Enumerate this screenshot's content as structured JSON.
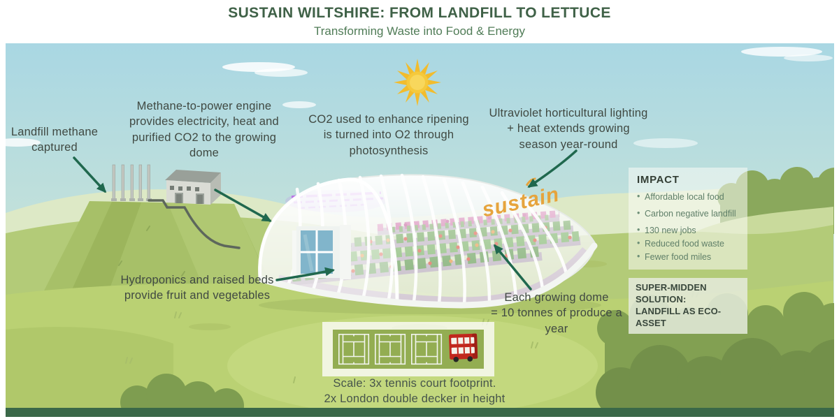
{
  "header": {
    "title": "SUSTAIN WILTSHIRE: FROM LANDFILL TO LETTUCE",
    "subtitle": "Transforming Waste into Food & Energy"
  },
  "annotations": {
    "landfill": [
      "Landfill methane",
      "captured"
    ],
    "engine": [
      "Methane-to-power engine",
      "provides electricity, heat and",
      "purified CO2 to the growing",
      "dome"
    ],
    "co2": [
      "CO2 used to enhance ripening",
      "is turned into O2 through",
      "photosynthesis"
    ],
    "uv": [
      "Ultraviolet horticultural lighting",
      "+ heat extends growing",
      "season year-round"
    ],
    "hydroponics": [
      "Hydroponics and raised beds",
      "provide fruit and vegetables"
    ],
    "produce": [
      "Each growing dome",
      "= 10 tonnes of produce a",
      "year"
    ]
  },
  "impact": {
    "heading": "IMPACT",
    "items": [
      "Affordable local food",
      "Carbon negative landfill",
      "130 new jobs",
      "Reduced food waste",
      "Fewer food miles"
    ]
  },
  "solution_badge": [
    "SUPER-MIDDEN SOLUTION:",
    "LANDFILL AS ECO-ASSET"
  ],
  "scale_caption": [
    "Scale: 3x tennis court footprint.",
    "2x London double decker in height"
  ],
  "dome_logo": "sustain",
  "colors": {
    "title_green": "#3f6147",
    "subtitle_green": "#507c57",
    "arrow_green": "#20684e",
    "brand_orange": "#e6a43d",
    "impact_text_green": "#5f7f68",
    "bus_red": "#c1271d",
    "uv_purple": "#b863e6",
    "bottom_strip_green": "#3a6848"
  }
}
